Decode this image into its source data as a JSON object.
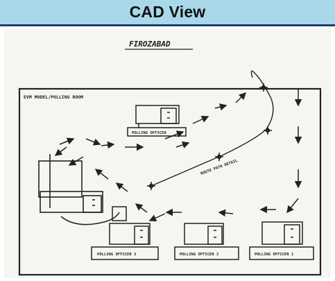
{
  "header": {
    "title": "CAD View"
  },
  "sketch": {
    "title": "FIROZABAD",
    "room_label": "EVM MODEL/POLLING ROOM",
    "booth_label": "POLLING OFFICER",
    "path_label": "ROUTE PATH DETAIL",
    "desk_labels": [
      "POLLING OFFICER 3",
      "POLLING OFFICER 2",
      "POLLING OFFICER 1"
    ]
  },
  "colors": {
    "header_bg": "#a9d8ea",
    "header_border": "#1d3d6e",
    "ink": "#1d1d1d",
    "paper": "#f6f5f2"
  }
}
